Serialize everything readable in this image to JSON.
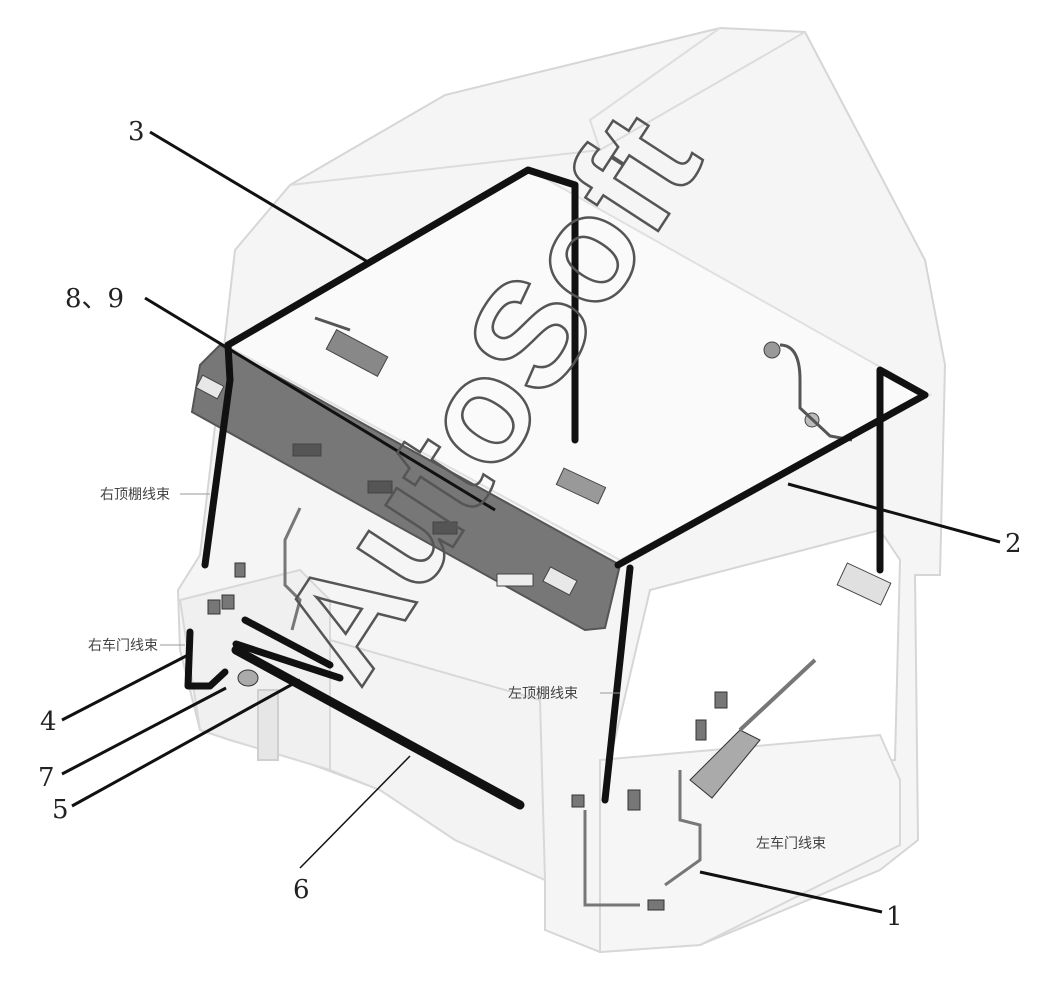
{
  "watermark": "AutoSoft",
  "callouts": {
    "c1": "1",
    "c2": "2",
    "c3": "3",
    "c4": "4",
    "c5": "5",
    "c6": "6",
    "c7": "7",
    "c89": "8、9"
  },
  "harness_labels": {
    "right_roof": "右顶棚线束",
    "right_door": "右车门线束",
    "left_roof": "左顶棚线束",
    "left_door": "左车门线束"
  },
  "colors": {
    "cab_fill": "#f5f5f5",
    "cab_outline": "#d4d4d4",
    "panel": "#777777",
    "harness": "#111111",
    "leader": "#111111"
  }
}
